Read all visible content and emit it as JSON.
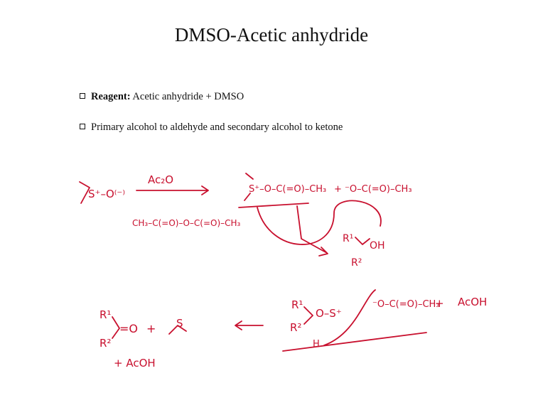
{
  "title": "DMSO-Acetic anhydride",
  "bullets": [
    {
      "label": "Reagent:",
      "text": "Acetic anhydride + DMSO"
    },
    {
      "label": "",
      "text": "Primary alcohol to aldehyde and secondary alcohol to ketone"
    }
  ],
  "ink_color": "#c8102e",
  "handwriting": {
    "dmso": "S⁺–O⁽⁻⁾",
    "ac2o": "Ac₂O",
    "anhydride": "CH₃–C(=O)–O–C(=O)–CH₃",
    "intermediate": "S⁺–O–C(=O)–CH₃",
    "acetate": "+ ⁻O–C(=O)–CH₃",
    "r1": "R¹",
    "r2": "R²",
    "alcohol_oh": "OH",
    "alkoxysulfonium": "O–S⁺",
    "acetate2": "⁻O–C(=O)–CH₃",
    "plus": "+",
    "acoh": "AcOH",
    "h": "H",
    "carbonyl": "=O",
    "dms": "S",
    "acoh_bottom": "+ AcOH"
  }
}
